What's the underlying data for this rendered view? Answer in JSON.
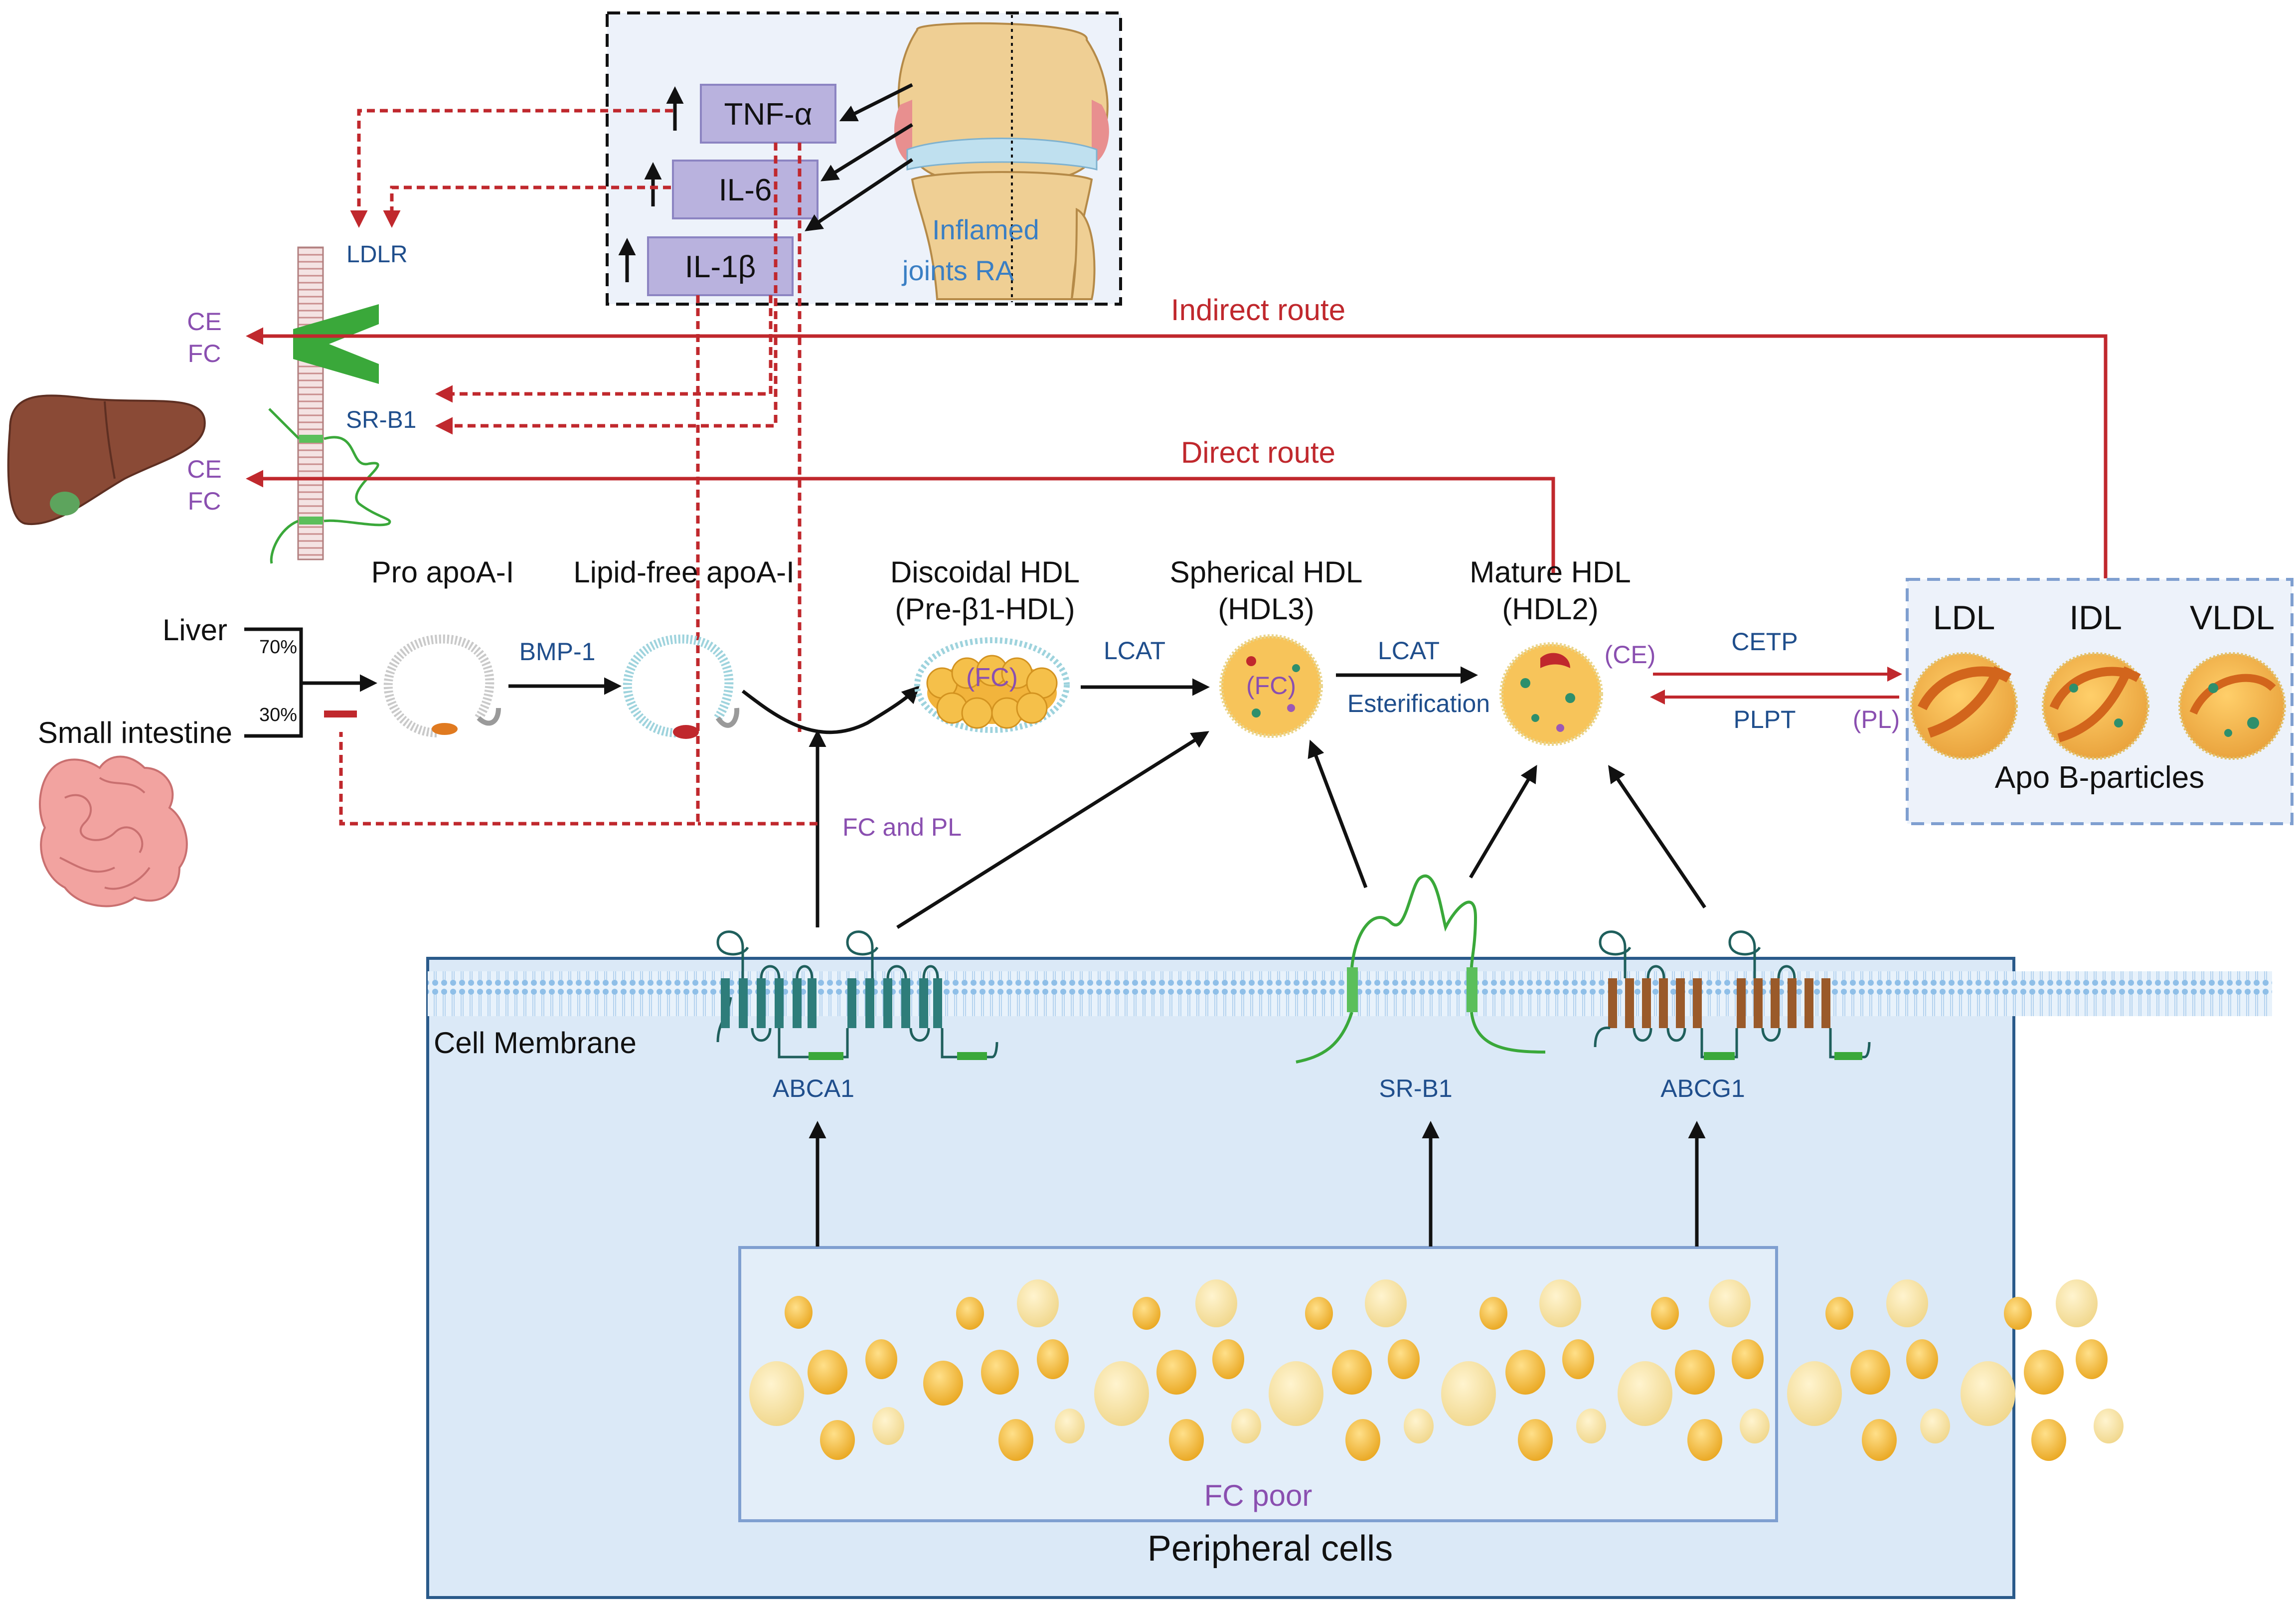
{
  "colors": {
    "red": "#c0282d",
    "black": "#111111",
    "label_blue": "#1f4e8c",
    "purple": "#8a4fb0",
    "cyto_box": "#dbe9f7",
    "cyto_border": "#2a5a8a",
    "membrane": "#8fbfe8",
    "cytokine_box": "#b9b2de",
    "particle": "#f2b43c",
    "abca1": "#2e7d7a",
    "abcg1": "#9a5a2a",
    "srb1": "#4caf50"
  },
  "cytokines": {
    "tnf": "TNF-α",
    "il6": "IL-6",
    "il1b": "IL-1β",
    "joint_label_1": "Inflamed",
    "joint_label_2": "joints RA"
  },
  "routes": {
    "indirect": "Indirect route",
    "direct": "Direct route"
  },
  "liver_side": {
    "ldlr": "LDLR",
    "srb1": "SR-B1",
    "ce_1": "CE",
    "fc_1": "FC",
    "ce_2": "CE",
    "fc_2": "FC",
    "liver": "Liver",
    "small_intestine": "Small intestine",
    "pct_liver": "70%",
    "pct_intestine": "30%"
  },
  "stages": {
    "pro_apoa1": "Pro apoA-I",
    "lipid_free": "Lipid-free apoA-I",
    "discoidal_1": "Discoidal HDL",
    "discoidal_2": "(Pre-β1-HDL)",
    "spherical_1": "Spherical HDL",
    "spherical_2": "(HDL3)",
    "mature_1": "Mature HDL",
    "mature_2": "(HDL2)"
  },
  "enzymes": {
    "bmp1": "BMP-1",
    "lcat_1": "LCAT",
    "lcat_2": "LCAT",
    "esterification": "Esterification",
    "cetp": "CETP",
    "plpt": "PLPT"
  },
  "particle_labels": {
    "fc_disc": "(FC)",
    "fc_sph": "(FC)",
    "ce": "(CE)",
    "pl": "(PL)",
    "fc_pl": "FC and PL"
  },
  "apob": {
    "ldl": "LDL",
    "idl": "IDL",
    "vldl": "VLDL",
    "title": "Apo B-particles"
  },
  "cell": {
    "membrane": "Cell Membrane",
    "abca1": "ABCA1",
    "srb1": "SR-B1",
    "abcg1": "ABCG1",
    "fc_poor": "FC  poor",
    "peripheral": "Peripheral cells"
  }
}
